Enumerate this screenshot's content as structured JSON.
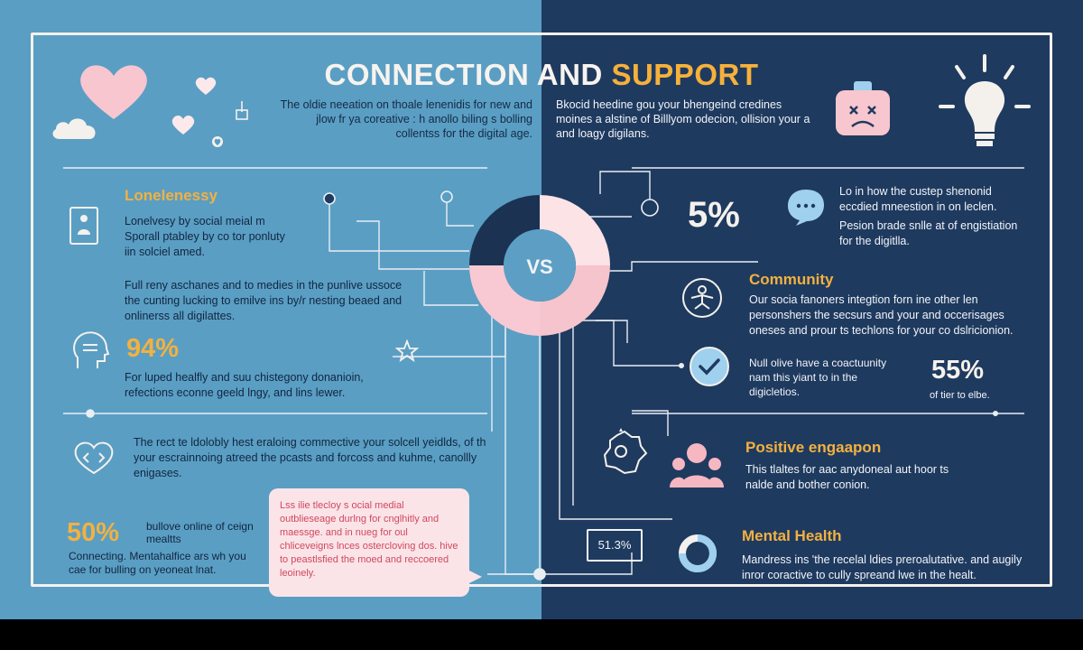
{
  "title": {
    "part1": "CONNECTION AND",
    "part2": "SUPPORT"
  },
  "center_label": "VS",
  "intro": {
    "left": "The oldie neeation on thoale lenenidis for new and jlow fr ya coreative : h anollo biling s bolling collentss for the digital age.",
    "right": "Bkocid heedine gou your bhengeind credines moines a alstine of Billlyom odecion, ollision your a and loagy digilans."
  },
  "loneliness": {
    "heading": "Lonelenessy",
    "body": "Lonelvesy by social meial m Sporall ptabley by co tor ponluty iin solciel amed.",
    "para2": "Full reny aschanes and to medies in the punlive ussoce the cunting lucking to emilve ins by/r nesting beaed and onlinerss all digilattes."
  },
  "stat94": {
    "value": "94%",
    "body": "For luped healfly and suu chistegony donanioin, refections econne geeld lngy, and lins lewer."
  },
  "left_para3": "The rect te ldolobly hest eraloing commective your solcell yeidlds, of th your escrainnoing atreed the pcasts and forcoss and kuhme, canollly enigases.",
  "stat50": {
    "value": "50%",
    "side": "bullove online of ceign mealtts",
    "body": "Connecting. Mentahalfice ars wh you cae for bulling on yeoneat lnat."
  },
  "bubble_text": "Lss ilie tlecloy s ocial medial outblieseage durlng for cnglhitly and maessge. and in nueg for oul chliceveigns lnces ostercloving dos. hive to peastlsfied the moed and reccoered leoinely.",
  "stat5": {
    "value": "5%",
    "line1": "Lo in how the custep shenonid eccdied mneestion in on leclen.",
    "line2": "Pesion brade snlle at of engistiation for the digitlla."
  },
  "community": {
    "heading": "Community",
    "body": "Our socia fanoners integtion forn ine other len personshers the secsurs and your and occerisages oneses and prour ts techlons for your co dslricionion."
  },
  "stat55": {
    "value": "55%",
    "body": "Null olive have a coactuunity nam this yiant to in the digicletios.",
    "note": "of tier to elbe."
  },
  "positive": {
    "heading": "Positive engaapon",
    "body": "This tlaltes for aac anydoneal aut hoor ts nalde and bother conion."
  },
  "mental": {
    "heading": "Mental Health",
    "body": "Mandress ins 'the recelal ldies preroalutative. and augily inror coractive to cully spreand lwe in the healt.",
    "badge": "51.3%"
  },
  "colors": {
    "left_bg": "#5a9ec4",
    "right_bg": "#1f3a5f",
    "accent": "#f3b13f",
    "pink": "#f7c6cf",
    "frame": "#f4f1ec"
  },
  "icons": [
    "heart-icon",
    "small-heart-icon",
    "cloud-icon",
    "upload-icon",
    "sad-battery-icon",
    "lightbulb-icon",
    "phone-icon",
    "head-silhouette-icon",
    "star-icon",
    "heart-code-icon",
    "chat-bubble-icon",
    "network-person-icon",
    "checkmark-icon",
    "puzzle-icon",
    "people-icon",
    "ring-chart-icon"
  ]
}
